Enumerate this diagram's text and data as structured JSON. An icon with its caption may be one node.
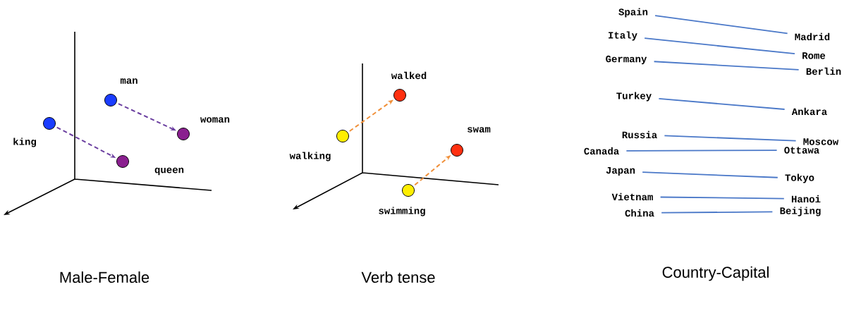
{
  "diagram": {
    "nodes": [
      {
        "text": [],
        "shape": "circle",
        "beside": [
          "king"
        ]
      },
      {
        "text": [],
        "shape": "circle",
        "beside": [
          "queen"
        ]
      },
      {
        "text": [],
        "shape": "circle",
        "beside": [
          "man"
        ]
      },
      {
        "text": [],
        "shape": "circle",
        "beside": [
          "woman"
        ]
      },
      {
        "text": [],
        "shape": "circle",
        "beside": [
          "walking"
        ]
      },
      {
        "text": [],
        "shape": "circle",
        "beside": [
          "walked"
        ]
      },
      {
        "text": [],
        "shape": "circle",
        "beside": [
          "swimming"
        ]
      },
      {
        "text": [],
        "shape": "circle",
        "beside": [
          "swam"
        ]
      },
      {
        "text": [
          "Spain"
        ]
      },
      {
        "text": [
          "Madrid"
        ]
      },
      {
        "text": [
          "Italy"
        ]
      },
      {
        "text": [
          "Rome"
        ]
      },
      {
        "text": [
          "Germany"
        ]
      },
      {
        "text": [
          "Berlin"
        ]
      },
      {
        "text": [
          "Turkey"
        ]
      },
      {
        "text": [
          "Ankara"
        ]
      },
      {
        "text": [
          "Russia"
        ]
      },
      {
        "text": [
          "Moscow"
        ]
      },
      {
        "text": [
          "Canada"
        ]
      },
      {
        "text": [
          "Ottawa"
        ]
      },
      {
        "text": [
          "Japan"
        ]
      },
      {
        "text": [
          "Tokyo"
        ]
      },
      {
        "text": [
          "Vietnam"
        ]
      },
      {
        "text": [
          "Hanoi"
        ]
      },
      {
        "text": [
          "China"
        ]
      },
      {
        "text": [
          "Beijing"
        ]
      }
    ],
    "edges": [
      {
        "from": 0,
        "to": 1,
        "arrow": "to",
        "style": "dashed",
        "color": "#6b3fa0"
      },
      {
        "from": 2,
        "to": 3,
        "arrow": "to",
        "style": "dashed",
        "color": "#6b3fa0"
      },
      {
        "from": 4,
        "to": 5,
        "arrow": "to",
        "style": "dashed",
        "color": "#f0903a"
      },
      {
        "from": 6,
        "to": 7,
        "arrow": "to",
        "style": "dashed",
        "color": "#f0903a"
      },
      {
        "from": 8,
        "to": 9,
        "arrow": "none"
      },
      {
        "from": 10,
        "to": 11,
        "arrow": "none"
      },
      {
        "from": 12,
        "to": 13,
        "arrow": "none"
      },
      {
        "from": 14,
        "to": 15,
        "arrow": "none"
      },
      {
        "from": 16,
        "to": 17,
        "arrow": "none"
      },
      {
        "from": 18,
        "to": 19,
        "arrow": "none"
      },
      {
        "from": 20,
        "to": 21,
        "arrow": "none"
      },
      {
        "from": 22,
        "to": 23,
        "arrow": "none"
      },
      {
        "from": 24,
        "to": 25,
        "arrow": "none"
      }
    ],
    "labels": [
      "Male-Female",
      "Verb tense",
      "Country-Capital"
    ]
  }
}
